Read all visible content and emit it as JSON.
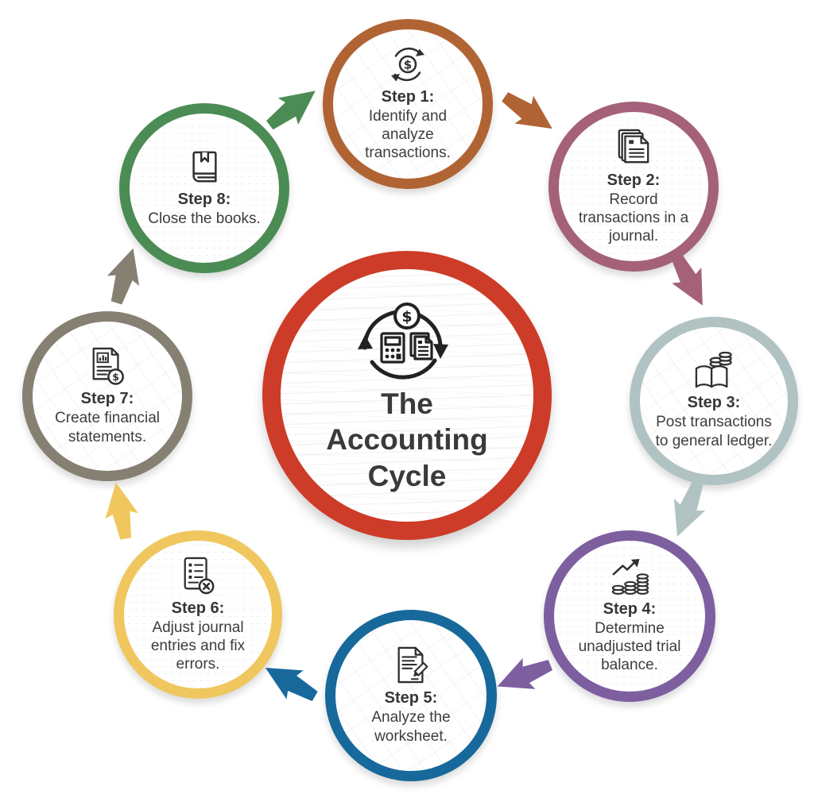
{
  "diagram": {
    "title": "The Accounting Cycle",
    "center": {
      "title": "The Accounting Cycle",
      "ring_color": "#cd3c28",
      "icon": "accounting-cycle-icon"
    }
  },
  "steps": [
    {
      "id": 1,
      "label": "Step 1:",
      "description": "Identify and analyze transactions.",
      "color": "#b06433",
      "icon": "dollar-cycle-icon"
    },
    {
      "id": 2,
      "label": "Step 2:",
      "description": "Record transactions in a journal.",
      "color": "#a5617a",
      "icon": "journal-papers-icon"
    },
    {
      "id": 3,
      "label": "Step 3:",
      "description": "Post transactions to general ledger.",
      "color": "#b0c2c2",
      "icon": "ledger-book-coins-icon"
    },
    {
      "id": 4,
      "label": "Step 4:",
      "description": "Determine unadjusted trial balance.",
      "color": "#7d5fa0",
      "icon": "coin-chart-icon"
    },
    {
      "id": 5,
      "label": "Step 5:",
      "description": "Analyze the worksheet.",
      "color": "#17699b",
      "icon": "worksheet-pencil-icon"
    },
    {
      "id": 6,
      "label": "Step 6:",
      "description": "Adjust journal entries and fix errors.",
      "color": "#f0c75f",
      "icon": "document-error-icon"
    },
    {
      "id": 7,
      "label": "Step 7:",
      "description": "Create financial statements.",
      "color": "#868073",
      "icon": "financial-statement-icon"
    },
    {
      "id": 8,
      "label": "Step 8:",
      "description": "Close the books.",
      "color": "#4b8c55",
      "icon": "closed-book-icon"
    }
  ],
  "arrows": [
    {
      "from": 8,
      "to": 1,
      "color": "#4b8c55"
    },
    {
      "from": 1,
      "to": 2,
      "color": "#b06433"
    },
    {
      "from": 2,
      "to": 3,
      "color": "#a5617a"
    },
    {
      "from": 3,
      "to": 4,
      "color": "#b0c2c2"
    },
    {
      "from": 4,
      "to": 5,
      "color": "#7d5fa0"
    },
    {
      "from": 5,
      "to": 6,
      "color": "#17699b"
    },
    {
      "from": 6,
      "to": 7,
      "color": "#f0c75f"
    },
    {
      "from": 7,
      "to": 8,
      "color": "#868073"
    }
  ],
  "colors": {
    "background": "#ffffff",
    "text": "#3d3d3d",
    "icon_stroke": "#2f2f2f"
  }
}
